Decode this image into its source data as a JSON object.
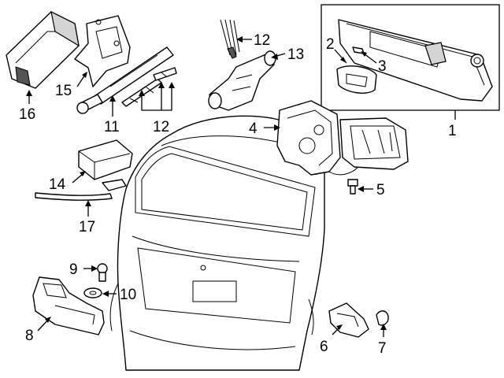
{
  "callouts": [
    {
      "id": "1",
      "text": "1"
    },
    {
      "id": "2",
      "text": "2"
    },
    {
      "id": "3",
      "text": "3"
    },
    {
      "id": "4",
      "text": "4"
    },
    {
      "id": "5",
      "text": "5"
    },
    {
      "id": "6",
      "text": "6"
    },
    {
      "id": "7",
      "text": "7"
    },
    {
      "id": "8",
      "text": "8"
    },
    {
      "id": "9",
      "text": "9"
    },
    {
      "id": "10",
      "text": "10"
    },
    {
      "id": "11",
      "text": "11"
    },
    {
      "id": "12a",
      "text": "12"
    },
    {
      "id": "12b",
      "text": "12"
    },
    {
      "id": "13",
      "text": "13"
    },
    {
      "id": "14",
      "text": "14"
    },
    {
      "id": "15",
      "text": "15"
    },
    {
      "id": "16",
      "text": "16"
    },
    {
      "id": "17",
      "text": "17"
    }
  ]
}
